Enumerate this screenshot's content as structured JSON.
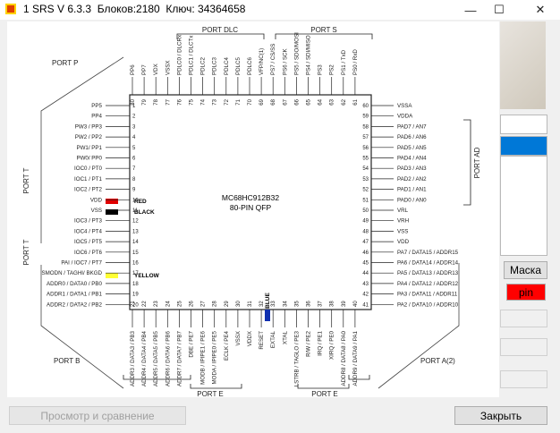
{
  "window": {
    "title": "1 SRS V 6.3.3  Блоков:2180  Ключ: 34364658",
    "minimize": "—",
    "maximize": "☐",
    "close": "✕"
  },
  "chip": {
    "name": "MC68HC912B32",
    "package": "80-PIN QFP",
    "ports": {
      "p_left": "PORT P",
      "dlc": "PORT DLC",
      "s": "PORT S",
      "t_upper": "PORT T",
      "t_lower": "PORT T",
      "ad": "PORT AD",
      "b": "PORT B",
      "e_left": "PORT E",
      "e_right": "PORT E",
      "a": "PORT A(2)"
    },
    "highlights": [
      {
        "label": "RED",
        "color": "#e00000"
      },
      {
        "label": "BLACK",
        "color": "#000000"
      },
      {
        "label": "YELLOW",
        "color": "#ffff33"
      },
      {
        "label": "BLUE",
        "color": "#1030b0"
      }
    ],
    "left_pins": [
      {
        "num": "1",
        "name": "PP5"
      },
      {
        "num": "2",
        "name": "PP4"
      },
      {
        "num": "3",
        "name": "PW3 / PP3"
      },
      {
        "num": "4",
        "name": "PW2 / PP2"
      },
      {
        "num": "5",
        "name": "PW1/ PP1"
      },
      {
        "num": "6",
        "name": "PW0/ PP0"
      },
      {
        "num": "7",
        "name": "IOC0 / PT0"
      },
      {
        "num": "8",
        "name": "IOC1 / PT1"
      },
      {
        "num": "9",
        "name": "IOC2 / PT2"
      },
      {
        "num": "10",
        "name": "VDD"
      },
      {
        "num": "11",
        "name": "VSS"
      },
      {
        "num": "12",
        "name": "IOC3 / PT3"
      },
      {
        "num": "13",
        "name": "IOC4 / PT4"
      },
      {
        "num": "14",
        "name": "IOC5 / PT5"
      },
      {
        "num": "15",
        "name": "IOC6 / PT6"
      },
      {
        "num": "16",
        "name": "PAI / IOC7 / PT7"
      },
      {
        "num": "17",
        "name": "SMODN / TAGHI/ BKGD"
      },
      {
        "num": "18",
        "name": "ADDR0 / DATA0 / PB0"
      },
      {
        "num": "19",
        "name": "ADDR1 / DATA1 / PB1"
      },
      {
        "num": "20",
        "name": "ADDR2 / DATA2 / PB2"
      }
    ],
    "right_pins": [
      {
        "num": "60",
        "name": "VSSA"
      },
      {
        "num": "59",
        "name": "VDDA"
      },
      {
        "num": "58",
        "name": "PAD7 / AN7"
      },
      {
        "num": "57",
        "name": "PAD6 / AN6"
      },
      {
        "num": "56",
        "name": "PAD5 / AN5"
      },
      {
        "num": "55",
        "name": "PAD4 / AN4"
      },
      {
        "num": "54",
        "name": "PAD3 / AN3"
      },
      {
        "num": "53",
        "name": "PAD2 / AN2"
      },
      {
        "num": "52",
        "name": "PAD1 / AN1"
      },
      {
        "num": "51",
        "name": "PAD0 / AN0"
      },
      {
        "num": "50",
        "name": "VRL"
      },
      {
        "num": "49",
        "name": "VRH"
      },
      {
        "num": "48",
        "name": "VSS"
      },
      {
        "num": "47",
        "name": "VDD"
      },
      {
        "num": "46",
        "name": "PA7 / DATA15 / ADDR15"
      },
      {
        "num": "45",
        "name": "PA6 / DATA14 / ADDR14"
      },
      {
        "num": "44",
        "name": "PA5 / DATA13 / ADDR13"
      },
      {
        "num": "43",
        "name": "PA4 / DATA12 / ADDR12"
      },
      {
        "num": "42",
        "name": "PA3 / DATA11 / ADDR11"
      },
      {
        "num": "41",
        "name": "PA2 / DATA10 / ADDR10"
      }
    ],
    "top_pins": [
      {
        "num": "80",
        "name": "PP6"
      },
      {
        "num": "79",
        "name": "PP7"
      },
      {
        "num": "78",
        "name": "VDX"
      },
      {
        "num": "77",
        "name": "VSSX"
      },
      {
        "num": "76",
        "name": "PDLC0 / DLCRx"
      },
      {
        "num": "75",
        "name": "PDLC1 / DLCTx"
      },
      {
        "num": "74",
        "name": "PDLC2"
      },
      {
        "num": "73",
        "name": "PDLC3"
      },
      {
        "num": "72",
        "name": "PDLC4"
      },
      {
        "num": "71",
        "name": "PDLC5"
      },
      {
        "num": "70",
        "name": "PDLC6"
      },
      {
        "num": "69",
        "name": "VFP/NC(1)"
      },
      {
        "num": "68",
        "name": "PS7 / CS/SS"
      },
      {
        "num": "67",
        "name": "PS6 / SCK"
      },
      {
        "num": "66",
        "name": "PS5 / SDO/MOSI"
      },
      {
        "num": "65",
        "name": "PS4 / SDI/MISO"
      },
      {
        "num": "64",
        "name": "PS3"
      },
      {
        "num": "63",
        "name": "PS2"
      },
      {
        "num": "62",
        "name": "PS1 / TxD"
      },
      {
        "num": "61",
        "name": "PS0 / RxD"
      }
    ],
    "bottom_pins": [
      {
        "num": "21",
        "name": "ADDR3 / DATA3 / PB3"
      },
      {
        "num": "22",
        "name": "ADDR4 / DATA4 / PB4"
      },
      {
        "num": "23",
        "name": "ADDR5 / DATA5 / PB5"
      },
      {
        "num": "24",
        "name": "ADDR6 / DATA6 / PB6"
      },
      {
        "num": "25",
        "name": "ADDR7 / DATA7 / PB7"
      },
      {
        "num": "26",
        "name": "DBE / PE7"
      },
      {
        "num": "27",
        "name": "MODB / IPIPE1 / PE6"
      },
      {
        "num": "28",
        "name": "MODA / IPIPE0 / PE5"
      },
      {
        "num": "29",
        "name": "ECLK / PE4"
      },
      {
        "num": "30",
        "name": "VSSX"
      },
      {
        "num": "31",
        "name": "VDDX"
      },
      {
        "num": "32",
        "name": "RESET"
      },
      {
        "num": "33",
        "name": "EXTAL"
      },
      {
        "num": "34",
        "name": "XTAL"
      },
      {
        "num": "35",
        "name": "LSTRB / TAGLO / PE3"
      },
      {
        "num": "36",
        "name": "R/W / PE2"
      },
      {
        "num": "37",
        "name": "IRQ / PE1"
      },
      {
        "num": "38",
        "name": "XIRQ / PE0"
      },
      {
        "num": "39",
        "name": "ADDR8 / DATA8 / PA0"
      },
      {
        "num": "40",
        "name": "ADDR9 / DATA9 / PA1"
      }
    ]
  },
  "side_panel": {
    "maska_label": "Маска",
    "pin_label": "pin",
    "pin_color": "#ff0000",
    "selected_color": "#0078d7"
  },
  "bottom_bar": {
    "preview_label": "Просмотр и сравнение",
    "close_label": "Закрыть"
  }
}
